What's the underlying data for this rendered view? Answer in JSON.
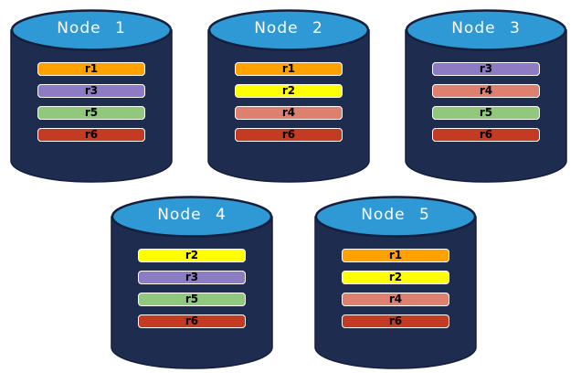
{
  "colors": {
    "background": "#FFFFFF",
    "cylinder_body": "#1E2C50",
    "cylinder_outline": "#141F3C",
    "cylinder_top_fill": "#2F99D6",
    "bar_border": "#FFFFFF",
    "bar_text": "#000000",
    "title_text": "#FFFFFF"
  },
  "replica_colors": {
    "r1": "#FFA200",
    "r2": "#FFFF00",
    "r3": "#8D7CC3",
    "r4": "#DE8070",
    "r5": "#90C97E",
    "r6": "#C33B22"
  },
  "nodes": [
    {
      "title": "Node 1",
      "bars": [
        {
          "label": "r1",
          "color": "#FFA200"
        },
        {
          "label": "r3",
          "color": "#8D7CC3"
        },
        {
          "label": "r5",
          "color": "#90C97E"
        },
        {
          "label": "r6",
          "color": "#C33B22"
        }
      ]
    },
    {
      "title": "Node 2",
      "bars": [
        {
          "label": "r1",
          "color": "#FFA200"
        },
        {
          "label": "r2",
          "color": "#FFFF00"
        },
        {
          "label": "r4",
          "color": "#DE8070"
        },
        {
          "label": "r6",
          "color": "#C33B22"
        }
      ]
    },
    {
      "title": "Node 3",
      "bars": [
        {
          "label": "r3",
          "color": "#8D7CC3"
        },
        {
          "label": "r4",
          "color": "#DE8070"
        },
        {
          "label": "r5",
          "color": "#90C97E"
        },
        {
          "label": "r6",
          "color": "#C33B22"
        }
      ]
    },
    {
      "title": "Node 4",
      "bars": [
        {
          "label": "r2",
          "color": "#FFFF00"
        },
        {
          "label": "r3",
          "color": "#8D7CC3"
        },
        {
          "label": "r5",
          "color": "#90C97E"
        },
        {
          "label": "r6",
          "color": "#C33B22"
        }
      ]
    },
    {
      "title": "Node 5",
      "bars": [
        {
          "label": "r1",
          "color": "#FFA200"
        },
        {
          "label": "r2",
          "color": "#FFFF00"
        },
        {
          "label": "r4",
          "color": "#DE8070"
        },
        {
          "label": "r6",
          "color": "#C33B22"
        }
      ]
    }
  ]
}
